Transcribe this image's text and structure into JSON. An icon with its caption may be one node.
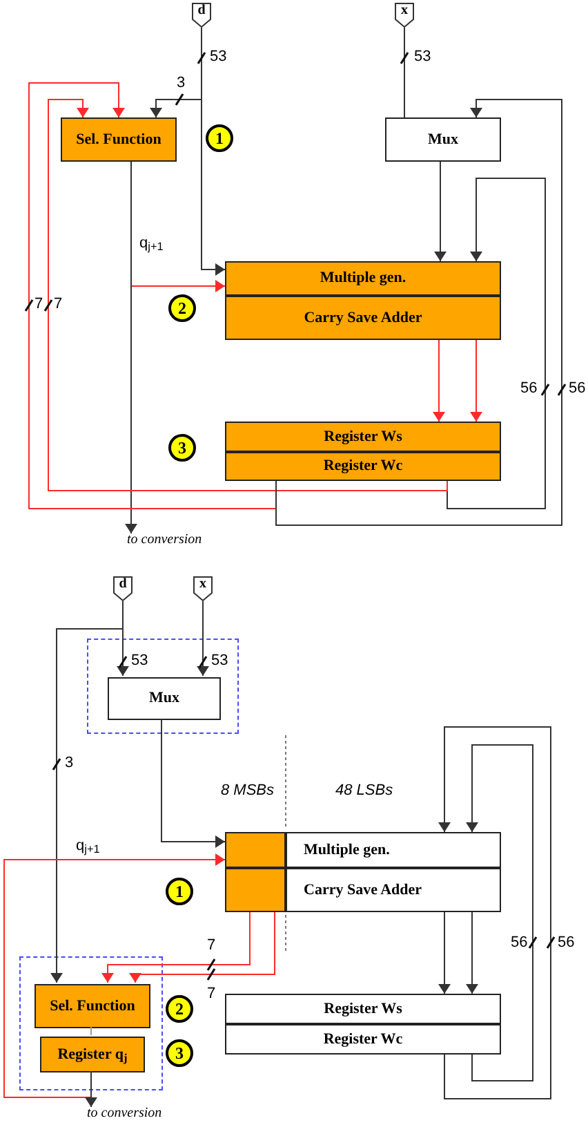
{
  "diagram": {
    "nodes": [
      {
        "text": [
          "d"
        ]
      },
      {
        "text": [
          "x"
        ]
      },
      {
        "text": [
          "Sel. Function"
        ]
      },
      {
        "text": [
          "1"
        ]
      },
      {
        "text": [
          "Mux"
        ]
      },
      {
        "text": [
          "Multiple gen."
        ]
      },
      {
        "text": [
          "Carry Save Adder"
        ]
      },
      {
        "text": [
          "2"
        ]
      },
      {
        "text": [
          "Register Ws"
        ]
      },
      {
        "text": [
          "Register Wc"
        ]
      },
      {
        "text": [
          "3"
        ]
      },
      {
        "text": [
          "to conversion"
        ]
      },
      {
        "text": [
          "d"
        ]
      },
      {
        "text": [
          "x"
        ]
      },
      {
        "text": [],
        "shape": "box"
      },
      {
        "text": [
          "Mux"
        ],
        "in": 14
      },
      {
        "text": [],
        "shape": "box"
      },
      {
        "text": [
          "Multiple gen."
        ]
      },
      {
        "text": [],
        "shape": "box"
      },
      {
        "text": [
          "Carry Save Adder"
        ]
      },
      {
        "text": [
          "1"
        ]
      },
      {
        "text": [],
        "shape": "box"
      },
      {
        "text": [
          "Sel. Function"
        ],
        "in": 21
      },
      {
        "text": [
          "2"
        ]
      },
      {
        "text": [
          "Register q$_{j}$"
        ],
        "in": 21
      },
      {
        "text": [
          "3"
        ]
      },
      {
        "text": [
          "Register Ws"
        ]
      },
      {
        "text": [
          "Register Wc"
        ]
      },
      {
        "text": [
          "to conversion"
        ]
      }
    ],
    "edges": [
      {
        "from": 0,
        "to": 2,
        "arrow": "to"
      },
      {
        "from": 0,
        "to": 5,
        "arrow": "to"
      },
      {
        "from": 1,
        "to": 4,
        "arrow": "none"
      },
      {
        "from": 2,
        "to": 5,
        "arrow": "to",
        "color": "#ff2a2a"
      },
      {
        "from": 2,
        "to": 11,
        "arrow": "to"
      },
      {
        "from": 4,
        "to": 5,
        "arrow": "to"
      },
      {
        "from": 9,
        "to": 5,
        "arrow": "to"
      },
      {
        "from": 6,
        "to": 8,
        "arrow": "to",
        "color": "#ff2a2a"
      },
      {
        "from": 6,
        "to": 8,
        "arrow": "to",
        "color": "#ff2a2a"
      },
      {
        "from": 9,
        "to": 2,
        "arrow": "to",
        "color": "#ff2a2a"
      },
      {
        "from": 9,
        "to": 2,
        "arrow": "to",
        "color": "#ff2a2a"
      },
      {
        "from": 9,
        "to": 4,
        "arrow": "to"
      },
      {
        "from": 12,
        "to": 15,
        "arrow": "to"
      },
      {
        "from": 12,
        "to": 22,
        "arrow": "to"
      },
      {
        "from": 13,
        "to": 15,
        "arrow": "to"
      },
      {
        "from": 15,
        "to": 16,
        "arrow": "to"
      },
      {
        "from": 24,
        "to": 16,
        "arrow": "to",
        "color": "#ff2a2a"
      },
      {
        "from": 24,
        "to": 28,
        "arrow": "to"
      },
      {
        "from": 18,
        "to": 22,
        "arrow": "to",
        "color": "#ff2a2a"
      },
      {
        "from": 18,
        "to": 22,
        "arrow": "to",
        "color": "#ff2a2a"
      },
      {
        "from": 22,
        "to": 24,
        "arrow": "none",
        "color": "#9a9a9a"
      },
      {
        "from": 19,
        "to": 26,
        "arrow": "to"
      },
      {
        "from": 19,
        "to": 26,
        "arrow": "to"
      },
      {
        "from": 27,
        "to": 17,
        "arrow": "to"
      },
      {
        "from": 27,
        "to": 17,
        "arrow": "to"
      }
    ],
    "labels": [
      "53",
      "53",
      "3",
      "q$_{j+1}$",
      "7",
      "7",
      "56",
      "56",
      "53",
      "53",
      "3",
      "8 MSBs",
      "48 LSBs",
      "q$_{j+1}$",
      "7",
      "56",
      "56",
      "7"
    ]
  }
}
